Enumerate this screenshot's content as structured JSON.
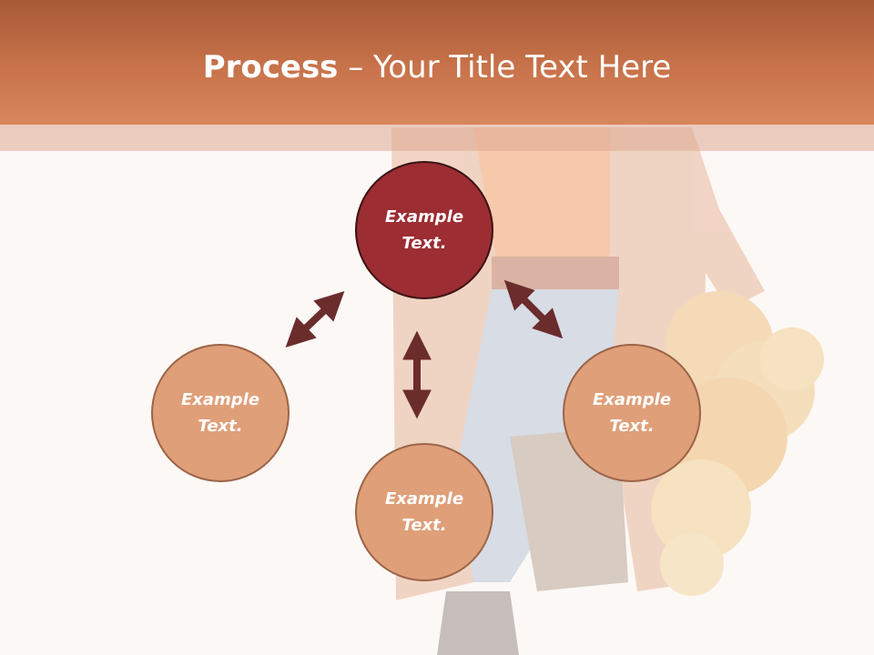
{
  "title": {
    "bold": "Process",
    "rest": " – Your Title Text Here"
  },
  "nodes": {
    "center": {
      "line1": "Example",
      "line2": "Text."
    },
    "left": {
      "line1": "Example",
      "line2": "Text."
    },
    "right": {
      "line1": "Example",
      "line2": "Text."
    },
    "bottom": {
      "line1": "Example",
      "line2": "Text."
    }
  },
  "colors": {
    "header": "#c8734b",
    "center_node": "#9b2d33",
    "outer_node": "#df9f79",
    "arrow": "#6b2c2c"
  }
}
